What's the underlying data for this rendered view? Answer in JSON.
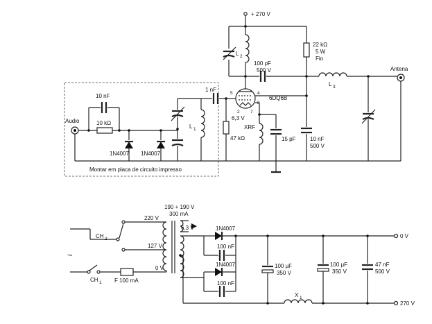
{
  "transmitter": {
    "supply_top": "+ 270 V",
    "l2": "L",
    "l2_sub": "2",
    "cap_100pf_value": "100 pF",
    "cap_100pf_voltage": "500 V",
    "res_22k": "22 kΩ",
    "res_22k_power": "5 W",
    "res_22k_type": "Fio",
    "antenna": "Antena",
    "l3": "L",
    "l3_sub": "3",
    "tube": "6DQ6B",
    "pin5": "5",
    "pin4": "4",
    "pin2": "2",
    "pin7": "7",
    "pin8": "8",
    "filament": "6,3 V",
    "cap_1nf": "1 nF",
    "l1": "L",
    "l1_sub": "1",
    "cap_10nf": "10 nF",
    "res_10k": "10 kΩ",
    "audio": "Audio",
    "diode1": "1N4007",
    "diode2": "1N4007",
    "res_47k": "47 kΩ",
    "xrf": "XRF",
    "cap_15pf": "15 pF",
    "cap_10nf_out_value": "10 nF",
    "cap_10nf_out_voltage": "500 V",
    "pcb_note": "Montar em placa de circuito impresso"
  },
  "power_supply": {
    "trafo_secondary": "190 + 190 V",
    "trafo_current": "300 mA",
    "tap_220": "220 V",
    "tap_127": "127 V",
    "tap_0": "0 V",
    "filament": "6,3 V",
    "ch2": "CH",
    "ch2_sub": "2",
    "ch1": "CH",
    "ch1_sub": "1",
    "ac_symbol": "~",
    "fuse": "F 100 mA",
    "diode_a": "1N4007",
    "diode_b": "1N4007",
    "cap_a": "100 nF",
    "cap_b": "100 nF",
    "cap_f1_value": "100 µF",
    "cap_f1_voltage": "350 V",
    "cap_f2_value": "100 µF",
    "cap_f2_voltage": "350 V",
    "cap_f3_value": "47 nF",
    "cap_f3_voltage": "500 V",
    "x1": "X",
    "x1_sub": "1",
    "out_0v": "0 V",
    "out_270v": "270 V"
  }
}
